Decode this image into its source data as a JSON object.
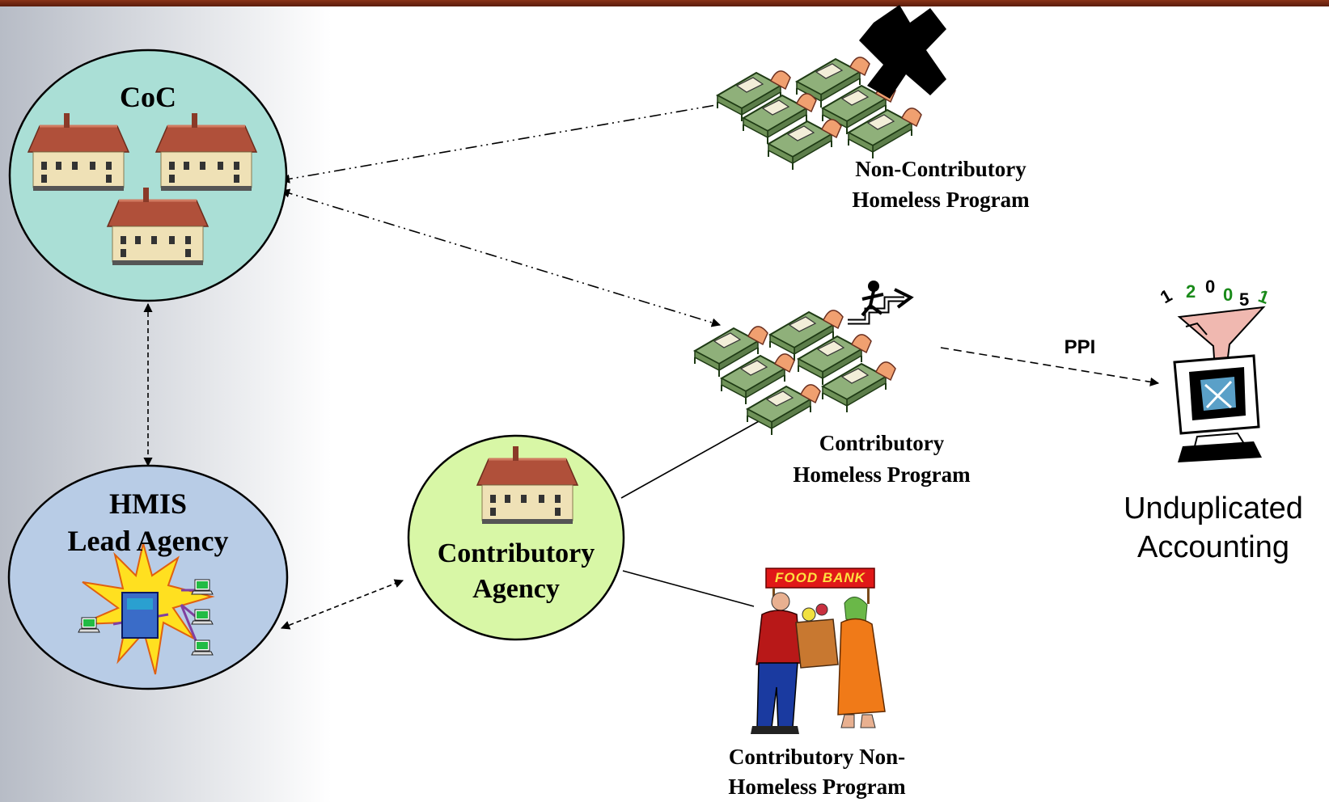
{
  "coc": {
    "label": "CoC"
  },
  "hmis": {
    "line1": "HMIS",
    "line2": "Lead Agency"
  },
  "contrib_agency": {
    "line1": "Contributory",
    "line2": "Agency"
  },
  "non_contrib_program": {
    "line1": "Non-Contributory",
    "line2": "Homeless Program"
  },
  "contrib_program": {
    "line1": "Contributory",
    "line2": "Homeless Program"
  },
  "non_homeless_program": {
    "line1": "Contributory Non-",
    "line2": "Homeless Program"
  },
  "food_bank_sign": "FOOD BANK",
  "ppi_label": "PPI",
  "accounting": {
    "line1": "Unduplicated",
    "line2": "Accounting"
  },
  "colors": {
    "top_bar": "#7a2a12",
    "coc_fill": "#aadfd6",
    "hmis_fill": "#b8cce6",
    "agency_fill": "#d8f7a6",
    "bed_green": "#8fb07a",
    "house_wall": "#efe1b6",
    "house_roof": "#b0503a"
  }
}
